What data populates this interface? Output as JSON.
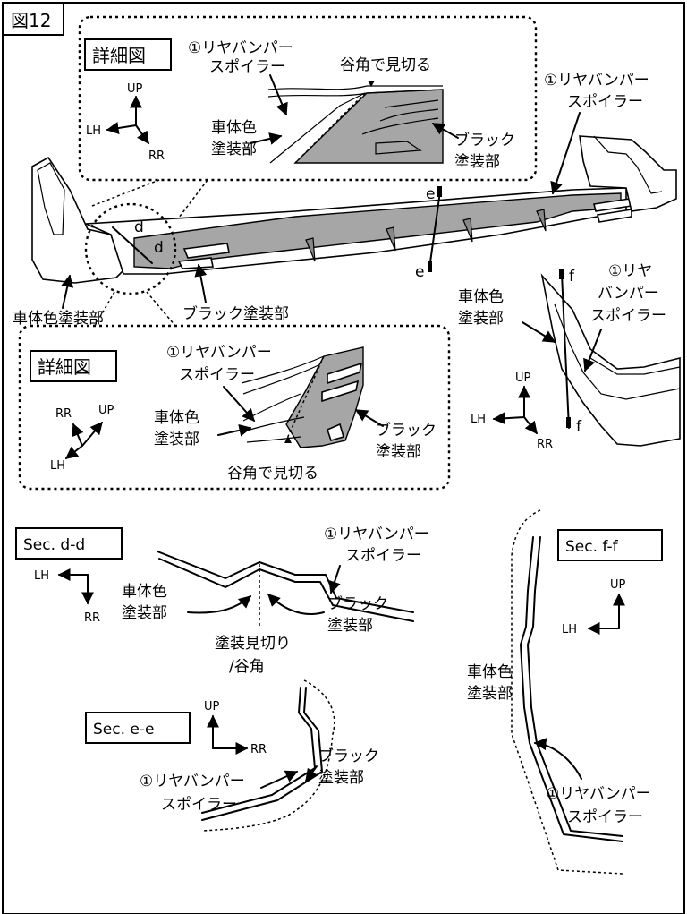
{
  "figure": {
    "label": "図12"
  },
  "detail_top": {
    "title": "詳細図",
    "spoiler": [
      "①リヤバンパー",
      "スポイラー"
    ],
    "valley": "谷角で見切る",
    "body_color": [
      "車体色",
      "塗装部"
    ],
    "black": [
      "ブラック",
      "塗装部"
    ],
    "axes": {
      "up": "UP",
      "lh": "LH",
      "rr": "RR"
    }
  },
  "main_view": {
    "spoiler": [
      "①リヤバンパー",
      "スポイラー"
    ],
    "body_color": "車体色塗装部",
    "black": "ブラック塗装部",
    "sec_d": "d",
    "sec_e": "e"
  },
  "side_view": {
    "spoiler": [
      "①リヤ",
      "バンパー",
      "スポイラー"
    ],
    "body_color": [
      "車体色",
      "塗装部"
    ],
    "sec_f": "f",
    "axes": {
      "up": "UP",
      "lh": "LH",
      "rr": "RR"
    }
  },
  "detail_bottom": {
    "title": "詳細図",
    "spoiler": [
      "①リヤバンパー",
      "スポイラー"
    ],
    "body_color": [
      "車体色",
      "塗装部"
    ],
    "black": [
      "ブラック",
      "塗装部"
    ],
    "valley": "谷角で見切る",
    "axes": {
      "rr": "RR",
      "up": "UP",
      "lh": "LH"
    }
  },
  "sec_dd": {
    "title": "Sec. d-d",
    "spoiler": [
      "①リヤバンパー",
      "スポイラー"
    ],
    "body_color": [
      "車体色",
      "塗装部"
    ],
    "black": [
      "ブラック",
      "塗装部"
    ],
    "parting": [
      "塗装見切り",
      "/谷角"
    ],
    "axes": {
      "lh": "LH",
      "rr": "RR"
    }
  },
  "sec_ee": {
    "title": "Sec. e-e",
    "spoiler": [
      "①リヤバンパー",
      "スポイラー"
    ],
    "black": [
      "ブラック",
      "塗装部"
    ],
    "axes": {
      "up": "UP",
      "rr": "RR"
    }
  },
  "sec_ff": {
    "title": "Sec. f-f",
    "body_color": [
      "車体色",
      "塗装部"
    ],
    "spoiler": [
      "①リヤバンパー",
      "スポイラー"
    ],
    "axes": {
      "up": "UP",
      "lh": "LH"
    }
  }
}
